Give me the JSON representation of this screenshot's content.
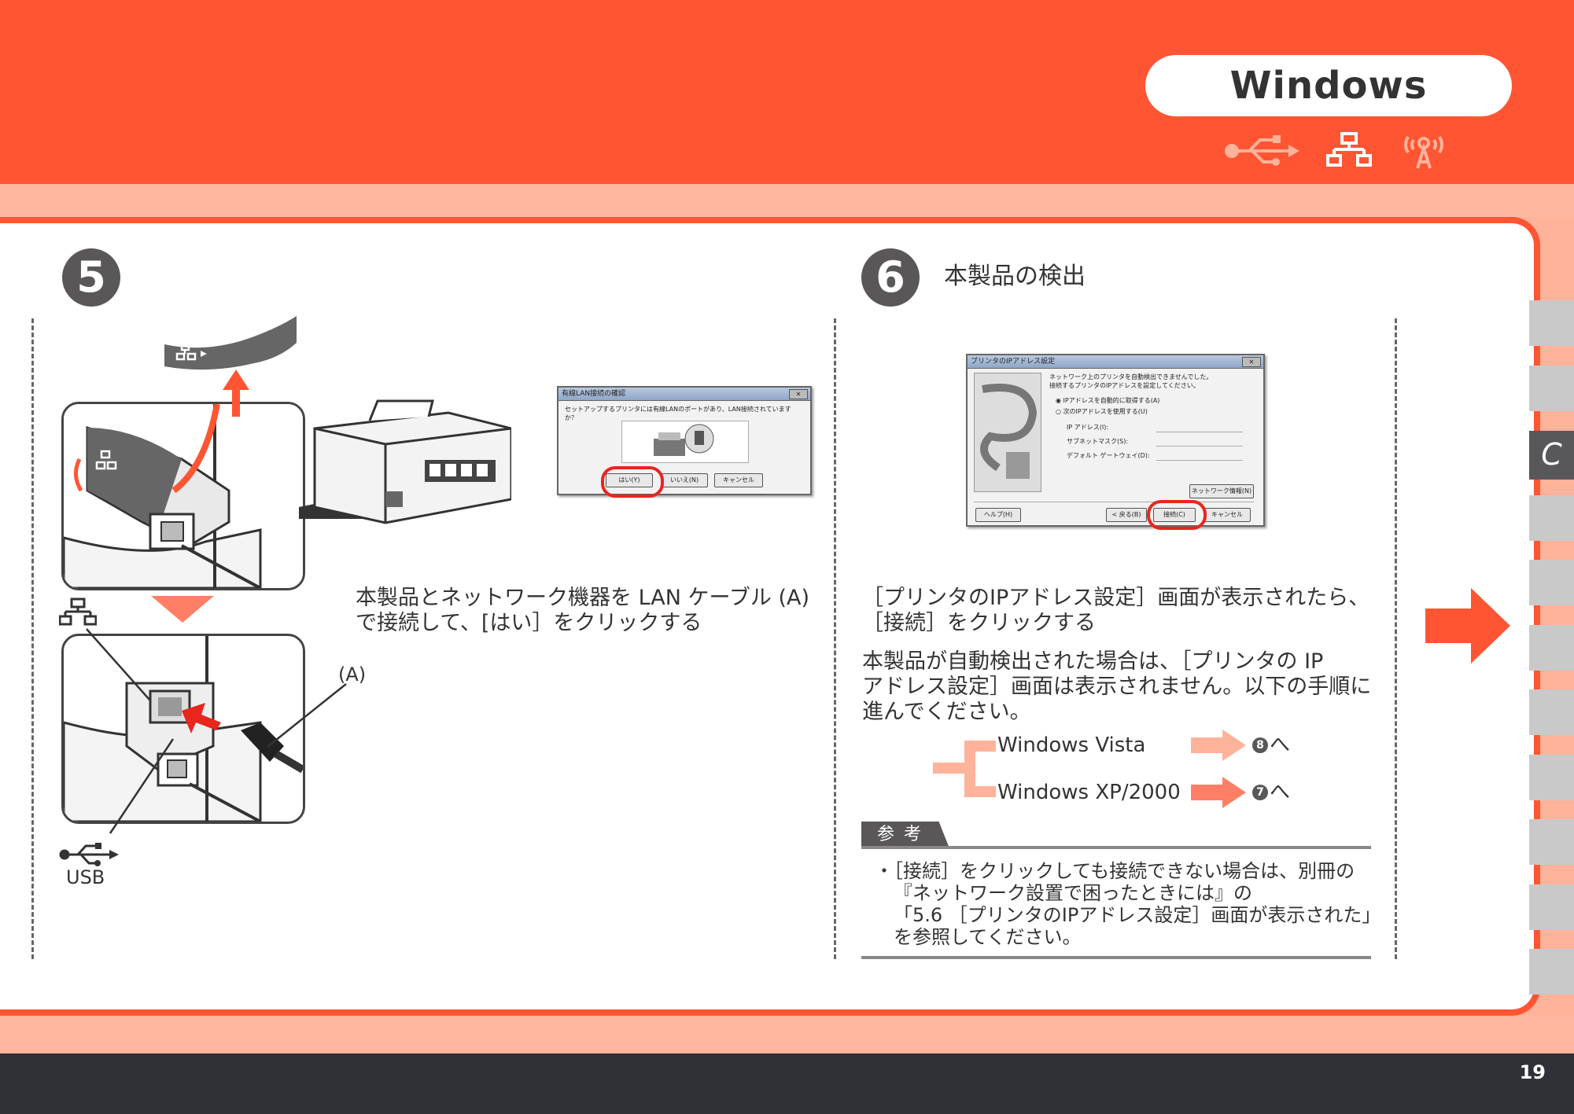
{
  "header": {
    "os_label": "Windows",
    "connection_icons": [
      "usb-icon",
      "network-icon",
      "wireless-icon"
    ]
  },
  "side_tab": {
    "active_label": "C"
  },
  "step5": {
    "badge": "5",
    "instruction": [
      "本製品とネットワーク機器を LAN ケーブル (A)",
      "で接続して、[はい］をクリックする"
    ],
    "label_cable": "(A)",
    "label_usb": "USB",
    "dialog": {
      "title": "有線LAN接続の確認",
      "message": "セットアップするプリンタには有線LANのポートがあり、LAN接続されていますか？",
      "buttons": [
        "はい(Y)",
        "いいえ(N)",
        "キャンセル"
      ]
    }
  },
  "step6": {
    "badge": "6",
    "title": "本製品の検出",
    "instruction": [
      "［プリンタのIPアドレス設定］画面が表示されたら、",
      "［接続］をクリックする"
    ],
    "note": [
      "本製品が自動検出された場合は、［プリンタの IP",
      "アドレス設定］画面は表示されません。以下の手順に",
      "進んでください。"
    ],
    "branches": [
      {
        "label": "Windows Vista",
        "target": "8へ"
      },
      {
        "label": "Windows XP/2000",
        "target": "7へ"
      }
    ],
    "dialog": {
      "title": "プリンタのIPアドレス設定",
      "message": [
        "ネットワーク上のプリンタを自動検出できませんでした。",
        "接続するプリンタのIPアドレスを設定してください。"
      ],
      "options": [
        "IPアドレスを自動的に取得する(A)",
        "次のIPアドレスを使用する(U)"
      ],
      "fields": [
        "IP アドレス(I):",
        "サブネットマスク(S):",
        "デフォルト ゲートウェイ(D):"
      ],
      "buttons": [
        "ヘルプ(H)",
        "< 戻る(B)",
        "接続(C)",
        "キャンセル",
        "ネットワーク情報(N)"
      ]
    },
    "reference": {
      "label": "参考",
      "lines": [
        "・［接続］をクリックしても接続できない場合は、別冊の",
        "『ネットワーク設置で困ったときには』の",
        "「5.6 ［プリンタのIPアドレス設定］画面が表示された」",
        "を参照してください。"
      ]
    }
  },
  "footer": {
    "page_number": "19"
  },
  "colors": {
    "accent": "#ff5533",
    "peach": "#ffb7a0",
    "dark": "#2f3136",
    "badge": "#595757",
    "arrow": "#ff5533",
    "branch": "#ffb39a"
  }
}
